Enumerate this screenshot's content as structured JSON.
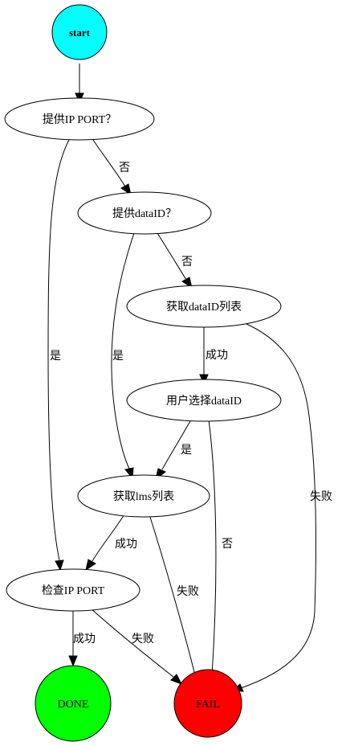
{
  "nodes": {
    "start": {
      "label": "start",
      "color": "#00ffff"
    },
    "provide_ip_port": {
      "label": "提供IP PORT？"
    },
    "provide_dataid": {
      "label": "提供dataID？"
    },
    "get_dataid_list": {
      "label": "获取dataID列表"
    },
    "user_select_dataid": {
      "label": "用户选择dataID"
    },
    "get_lms_list": {
      "label": "获取lms列表"
    },
    "check_ip_port": {
      "label": "检查IP PORT"
    },
    "done": {
      "label": "DONE",
      "color": "#00ff00"
    },
    "fail": {
      "label": "FAIL",
      "color": "#ff0000"
    }
  },
  "edges": {
    "ip_no": "否",
    "ip_yes": "是",
    "dataid_no": "否",
    "dataid_yes": "是",
    "list_success": "成功",
    "list_fail": "失败",
    "select_yes": "是",
    "select_no": "否",
    "lms_success": "成功",
    "lms_fail": "失败",
    "check_success": "成功",
    "check_fail": "失败"
  }
}
